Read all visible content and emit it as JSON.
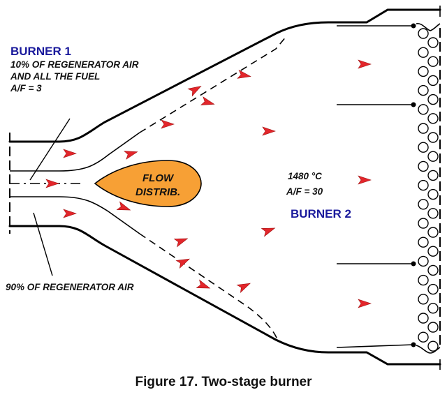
{
  "figure": {
    "caption": "Figure 17.  Two-stage burner"
  },
  "labels": {
    "burner1_title": "BURNER 1",
    "burner1_line1": "10% OF REGENERATOR AIR",
    "burner1_line2": "AND ALL THE FUEL",
    "burner1_line3": "A/F = 3",
    "flow_distrib_line1": "FLOW",
    "flow_distrib_line2": "DISTRIB.",
    "temperature": "1480 °C",
    "burner2_af": "A/F = 30",
    "burner2_title": "BURNER 2",
    "regen_air": "90% OF REGENERATOR AIR"
  },
  "colors": {
    "burner_label": "#1a1a9c",
    "flow_arrow": "#e3262b",
    "flow_distributor": "#f7a035"
  },
  "icons": {
    "flow_arrow": "red-arrowhead",
    "heat_exchanger": "tube-bank-circles",
    "electrode": "filled-dot"
  }
}
